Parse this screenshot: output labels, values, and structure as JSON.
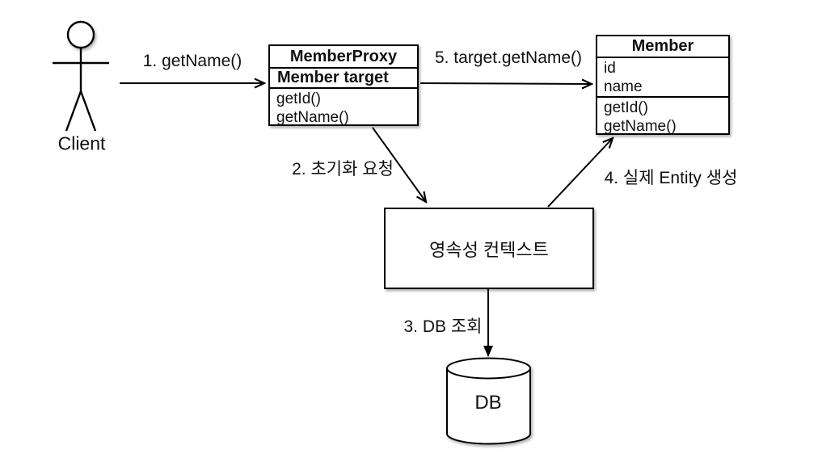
{
  "actor": {
    "label": "Client"
  },
  "classes": {
    "member_proxy": {
      "title": "MemberProxy",
      "attributes": [
        "Member target"
      ],
      "methods": [
        "getId()",
        "getName()"
      ]
    },
    "member": {
      "title": "Member",
      "attributes": [
        "id",
        "name"
      ],
      "methods": [
        "getId()",
        "getName()"
      ]
    }
  },
  "nodes": {
    "persistence_context": {
      "label": "영속성 컨텍스트"
    },
    "database": {
      "label": "DB"
    }
  },
  "edges": {
    "e1": {
      "label": "1. getName()"
    },
    "e2": {
      "label": "2. 초기화 요청"
    },
    "e3": {
      "label": "3. DB 조회"
    },
    "e4": {
      "label": "4. 실제 Entity 생성"
    },
    "e5": {
      "label": "5. target.getName()"
    }
  },
  "colors": {
    "line": "#000000",
    "background": "#ffffff",
    "box_fill": "#ffffff"
  }
}
